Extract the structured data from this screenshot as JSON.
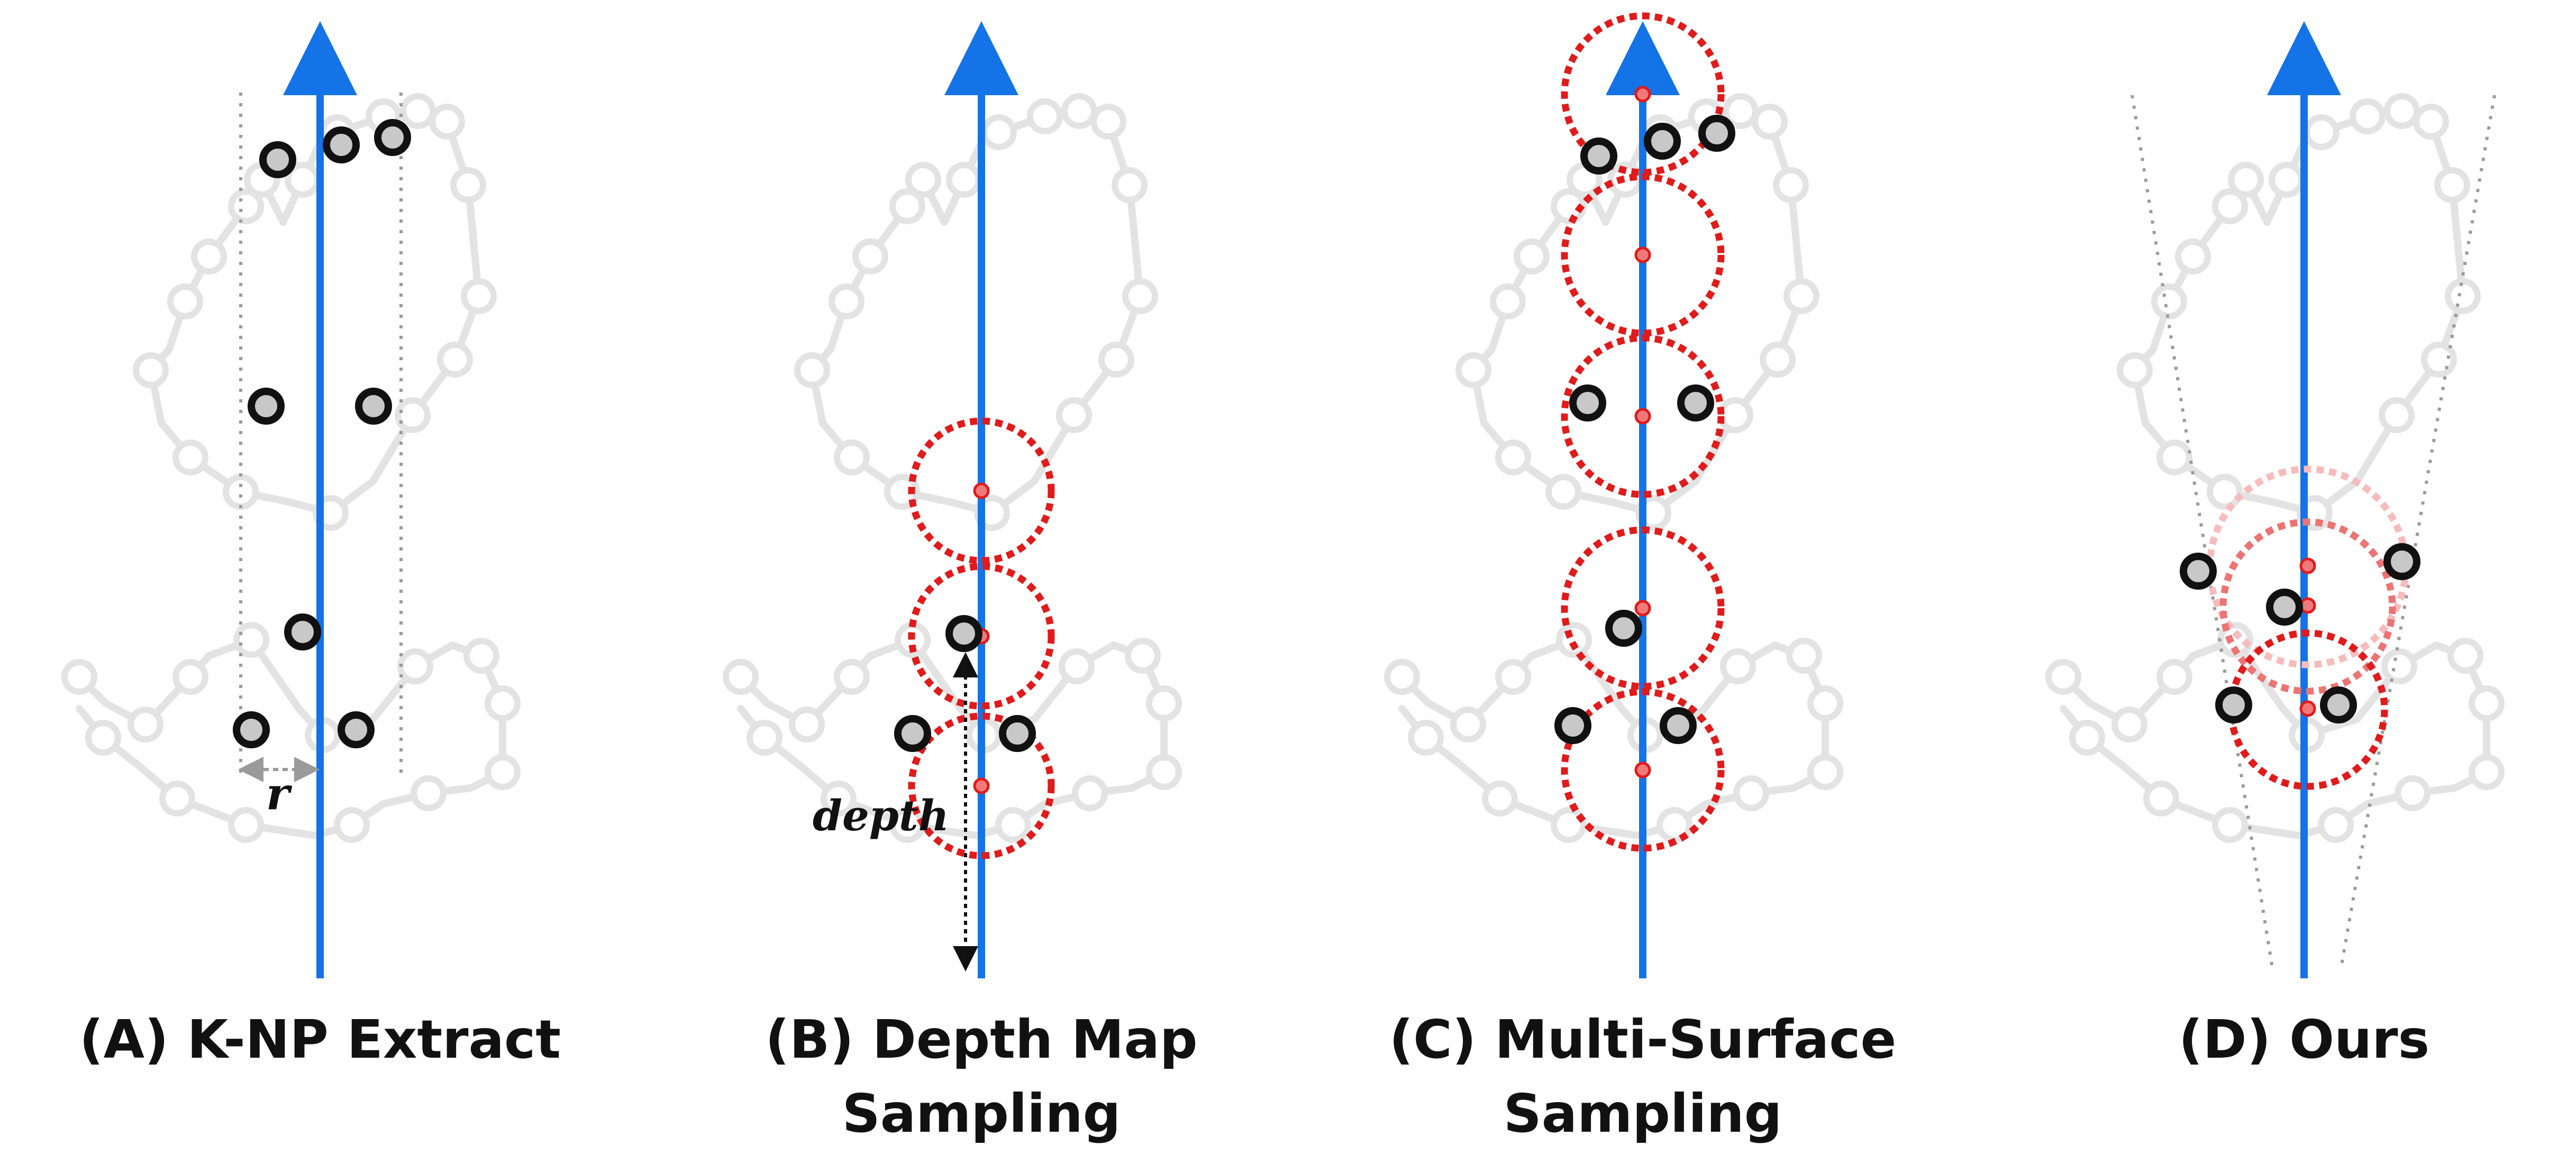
{
  "panels": [
    {
      "id": "A",
      "caption": [
        "(A) K-NP Extract"
      ]
    },
    {
      "id": "B",
      "caption": [
        "(B) Depth Map",
        "Sampling"
      ]
    },
    {
      "id": "C",
      "caption": [
        "(C) Multi-Surface",
        "Sampling"
      ]
    },
    {
      "id": "D",
      "caption": [
        "(D) Ours"
      ]
    }
  ],
  "labels": {
    "radius": "r",
    "depth": "depth"
  },
  "colors": {
    "ray": "#1473e6",
    "skeleton": "#e3e3e3",
    "sample_point_fill": "#c8c8c8",
    "sample_point_stroke": "#111111",
    "sampling_sphere": "#e01b1b",
    "guide_line": "#9a9a9a"
  }
}
